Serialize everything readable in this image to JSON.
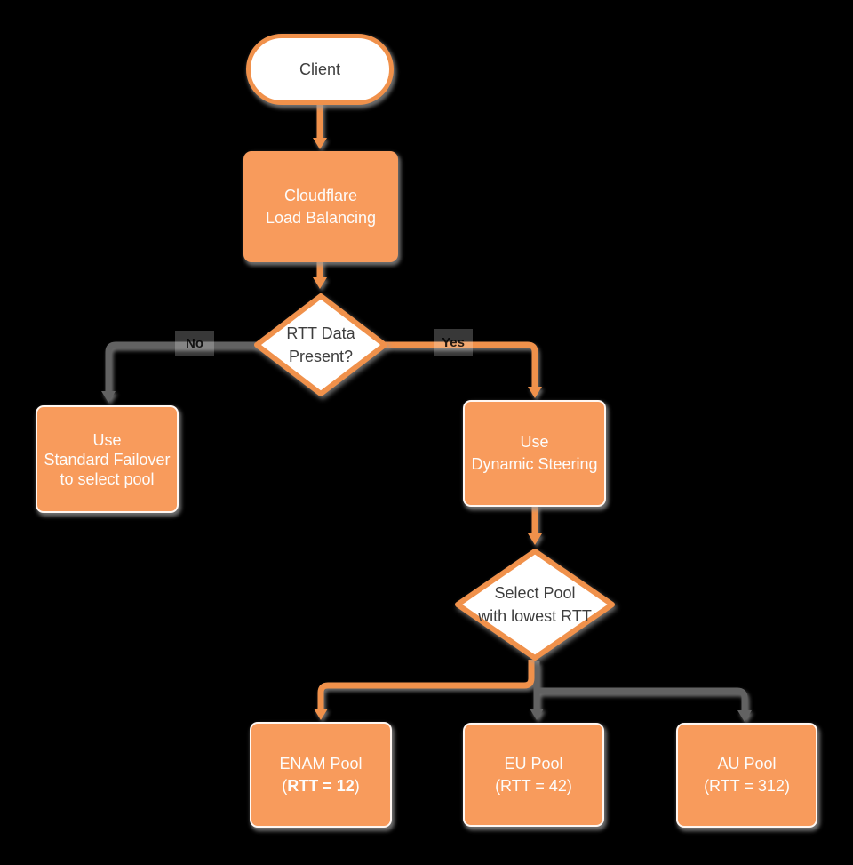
{
  "title": "Cloudflare Load Balancing flowchart",
  "colors": {
    "background": "#000000",
    "node_orange": "#F89B5C",
    "line_orange": "#F0914B",
    "line_gray": "#626262",
    "text_dark": "#3E3E3E",
    "text_light": "#FDFCFB"
  },
  "nodes": {
    "client": {
      "label": "Client"
    },
    "load_balancing": {
      "lines": [
        "Cloudflare",
        "Load Balancing"
      ]
    },
    "rtt_decision": {
      "lines": [
        "RTT Data",
        "Present?"
      ]
    },
    "standard_failover": {
      "lines": [
        "Use",
        "Standard Failover",
        "to select pool"
      ]
    },
    "dynamic_steering": {
      "lines": [
        "Use",
        "Dynamic Steering"
      ]
    },
    "select_pool": {
      "lines": [
        "Select Pool",
        "with lowest RTT"
      ]
    },
    "enam_pool": {
      "name": "ENAM Pool",
      "rtt_open": "(",
      "rtt_bold": "RTT = 12",
      "rtt_close": ")"
    },
    "eu_pool": {
      "name": "EU Pool",
      "rtt": "(RTT = 42)"
    },
    "au_pool": {
      "name": "AU Pool",
      "rtt": "(RTT = 312)"
    }
  },
  "edge_labels": {
    "no": "No",
    "yes": "Yes"
  }
}
